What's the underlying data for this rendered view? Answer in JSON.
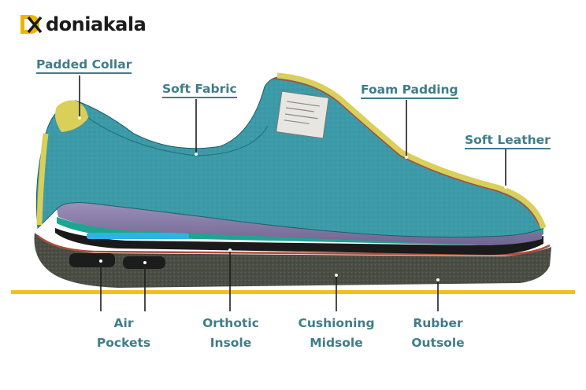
{
  "brand": {
    "name_part1": "donia",
    "name_part2": "kala",
    "mark_text": "DK",
    "colors": {
      "mark": "#f0b400",
      "text": "#1b1b1b"
    }
  },
  "labels": {
    "padded_collar": "Padded Collar",
    "soft_fabric": "Soft Fabric",
    "foam_padding": "Foam Padding",
    "soft_leather": "Soft Leather",
    "air_pockets": [
      "Air",
      "Pockets"
    ],
    "orthotic_insole": [
      "Orthotic",
      "Insole"
    ],
    "cushioning_midsole": [
      "Cushioning",
      "Midsole"
    ],
    "rubber_outsole": [
      "Rubber",
      "Outsole"
    ]
  },
  "colors": {
    "label_text": "#3f7d8a",
    "leader_line": "#1e1e1e",
    "ground_line": "#f0c020",
    "upper_fabric": "#3a97a5",
    "padding": "#d9cf59",
    "leather_edge": "#b04a3a",
    "insole": "#8d7fa8",
    "midsole_band": "#1ea592",
    "air_pocket": "#2fb2e5",
    "outsole": "#4a4d44"
  }
}
